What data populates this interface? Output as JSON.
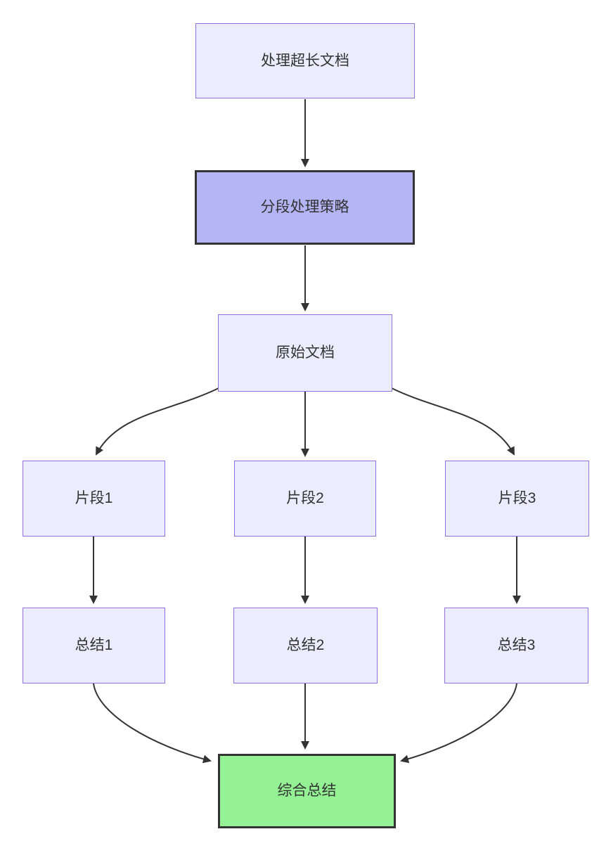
{
  "diagram": {
    "type": "flowchart",
    "direction": "top-down",
    "background": "#ffffff",
    "colors": {
      "node_fill": "#ECECFF",
      "node_border": "#9370DB",
      "accent_fill": "#b3b5f5",
      "accent_border": "#333333",
      "success_fill": "#94f294",
      "success_border": "#333333",
      "edge": "#333333",
      "text": "#333333"
    },
    "nodes": [
      {
        "id": "A",
        "label": "处理超长文档",
        "kind": "default"
      },
      {
        "id": "B",
        "label": "分段处理策略",
        "kind": "accent"
      },
      {
        "id": "C",
        "label": "原始文档",
        "kind": "default"
      },
      {
        "id": "D",
        "label": "片段1",
        "kind": "default"
      },
      {
        "id": "E",
        "label": "片段2",
        "kind": "default"
      },
      {
        "id": "F",
        "label": "片段3",
        "kind": "default"
      },
      {
        "id": "G",
        "label": "总结1",
        "kind": "default"
      },
      {
        "id": "H",
        "label": "总结2",
        "kind": "default"
      },
      {
        "id": "I",
        "label": "总结3",
        "kind": "default"
      },
      {
        "id": "J",
        "label": "综合总结",
        "kind": "success"
      }
    ],
    "edges": [
      {
        "from": "A",
        "to": "B"
      },
      {
        "from": "B",
        "to": "C"
      },
      {
        "from": "C",
        "to": "D"
      },
      {
        "from": "C",
        "to": "E"
      },
      {
        "from": "C",
        "to": "F"
      },
      {
        "from": "D",
        "to": "G"
      },
      {
        "from": "E",
        "to": "H"
      },
      {
        "from": "F",
        "to": "I"
      },
      {
        "from": "G",
        "to": "J"
      },
      {
        "from": "H",
        "to": "J"
      },
      {
        "from": "I",
        "to": "J"
      }
    ]
  }
}
